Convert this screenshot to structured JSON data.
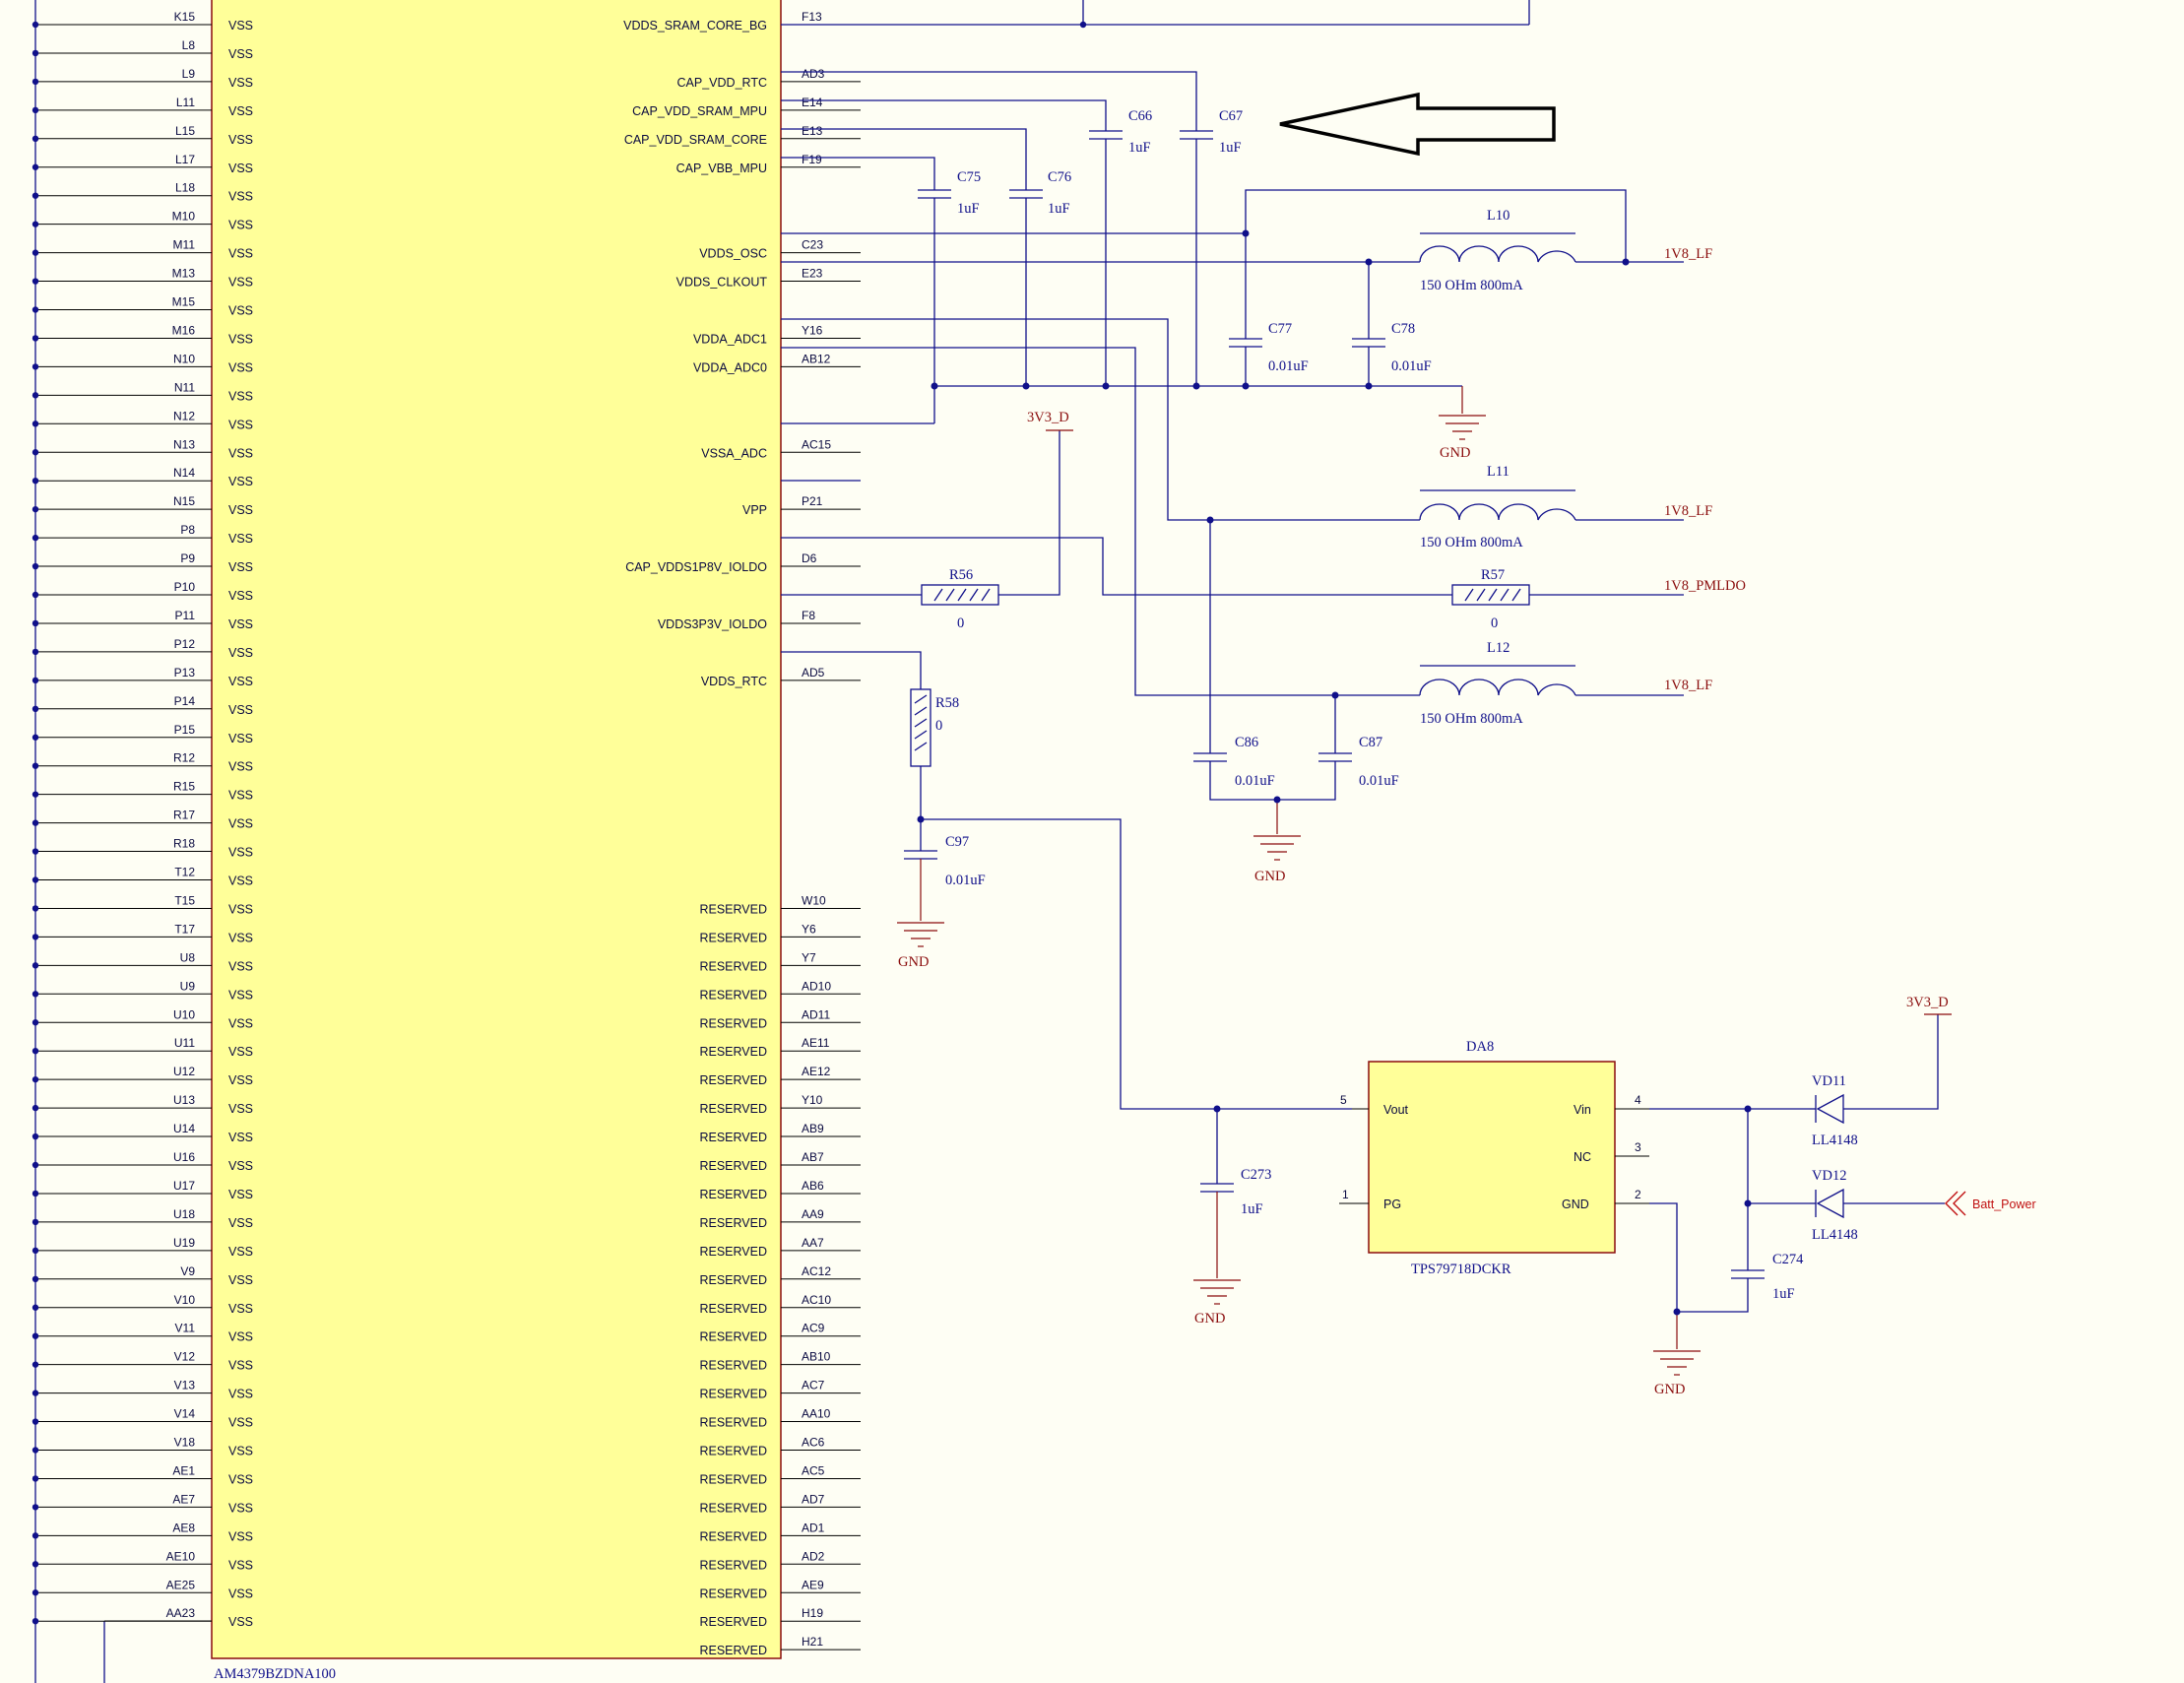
{
  "left_pins": [
    {
      "num": "K15",
      "name": "VSS"
    },
    {
      "num": "L8",
      "name": "VSS"
    },
    {
      "num": "L9",
      "name": "VSS"
    },
    {
      "num": "L11",
      "name": "VSS"
    },
    {
      "num": "L15",
      "name": "VSS"
    },
    {
      "num": "L17",
      "name": "VSS"
    },
    {
      "num": "L18",
      "name": "VSS"
    },
    {
      "num": "M10",
      "name": "VSS"
    },
    {
      "num": "M11",
      "name": "VSS"
    },
    {
      "num": "M13",
      "name": "VSS"
    },
    {
      "num": "M15",
      "name": "VSS"
    },
    {
      "num": "M16",
      "name": "VSS"
    },
    {
      "num": "N10",
      "name": "VSS"
    },
    {
      "num": "N11",
      "name": "VSS"
    },
    {
      "num": "N12",
      "name": "VSS"
    },
    {
      "num": "N13",
      "name": "VSS"
    },
    {
      "num": "N14",
      "name": "VSS"
    },
    {
      "num": "N15",
      "name": "VSS"
    },
    {
      "num": "P8",
      "name": "VSS"
    },
    {
      "num": "P9",
      "name": "VSS"
    },
    {
      "num": "P10",
      "name": "VSS"
    },
    {
      "num": "P11",
      "name": "VSS"
    },
    {
      "num": "P12",
      "name": "VSS"
    },
    {
      "num": "P13",
      "name": "VSS"
    },
    {
      "num": "P14",
      "name": "VSS"
    },
    {
      "num": "P15",
      "name": "VSS"
    },
    {
      "num": "R12",
      "name": "VSS"
    },
    {
      "num": "R15",
      "name": "VSS"
    },
    {
      "num": "R17",
      "name": "VSS"
    },
    {
      "num": "R18",
      "name": "VSS"
    },
    {
      "num": "T12",
      "name": "VSS"
    },
    {
      "num": "T15",
      "name": "VSS"
    },
    {
      "num": "T17",
      "name": "VSS"
    },
    {
      "num": "U8",
      "name": "VSS"
    },
    {
      "num": "U9",
      "name": "VSS"
    },
    {
      "num": "U10",
      "name": "VSS"
    },
    {
      "num": "U11",
      "name": "VSS"
    },
    {
      "num": "U12",
      "name": "VSS"
    },
    {
      "num": "U13",
      "name": "VSS"
    },
    {
      "num": "U14",
      "name": "VSS"
    },
    {
      "num": "U16",
      "name": "VSS"
    },
    {
      "num": "U17",
      "name": "VSS"
    },
    {
      "num": "U18",
      "name": "VSS"
    },
    {
      "num": "U19",
      "name": "VSS"
    },
    {
      "num": "V9",
      "name": "VSS"
    },
    {
      "num": "V10",
      "name": "VSS"
    },
    {
      "num": "V11",
      "name": "VSS"
    },
    {
      "num": "V12",
      "name": "VSS"
    },
    {
      "num": "V13",
      "name": "VSS"
    },
    {
      "num": "V14",
      "name": "VSS"
    },
    {
      "num": "V18",
      "name": "VSS"
    },
    {
      "num": "AE1",
      "name": "VSS"
    },
    {
      "num": "AE7",
      "name": "VSS"
    },
    {
      "num": "AE8",
      "name": "VSS"
    },
    {
      "num": "AE10",
      "name": "VSS"
    },
    {
      "num": "AE25",
      "name": "VSS"
    },
    {
      "num": "AA23",
      "name": "VSS"
    }
  ],
  "right_pins": [
    {
      "num": "F13",
      "name": "VDDS_SRAM_CORE_BG",
      "row": 0
    },
    {
      "num": "AD3",
      "name": "CAP_VDD_RTC",
      "row": 2
    },
    {
      "num": "E14",
      "name": "CAP_VDD_SRAM_MPU",
      "row": 3
    },
    {
      "num": "E13",
      "name": "CAP_VDD_SRAM_CORE",
      "row": 4
    },
    {
      "num": "F19",
      "name": "CAP_VBB_MPU",
      "row": 5
    },
    {
      "num": "C23",
      "name": "VDDS_OSC",
      "row": 8
    },
    {
      "num": "E23",
      "name": "VDDS_CLKOUT",
      "row": 9
    },
    {
      "num": "Y16",
      "name": "VDDA_ADC1",
      "row": 11
    },
    {
      "num": "AB12",
      "name": "VDDA_ADC0",
      "row": 12
    },
    {
      "num": "AC15",
      "name": "VSSA_ADC",
      "row": 15
    },
    {
      "num": "P21",
      "name": "VPP",
      "row": 17
    },
    {
      "num": "D6",
      "name": "CAP_VDDS1P8V_IOLDO",
      "row": 19
    },
    {
      "num": "F8",
      "name": "VDDS3P3V_IOLDO",
      "row": 21
    },
    {
      "num": "AD5",
      "name": "VDDS_RTC",
      "row": 23
    },
    {
      "num": "W10",
      "name": "RESERVED",
      "row": 31
    },
    {
      "num": "Y6",
      "name": "RESERVED",
      "row": 32
    },
    {
      "num": "Y7",
      "name": "RESERVED",
      "row": 33
    },
    {
      "num": "AD10",
      "name": "RESERVED",
      "row": 34
    },
    {
      "num": "AD11",
      "name": "RESERVED",
      "row": 35
    },
    {
      "num": "AE11",
      "name": "RESERVED",
      "row": 36
    },
    {
      "num": "AE12",
      "name": "RESERVED",
      "row": 37
    },
    {
      "num": "Y10",
      "name": "RESERVED",
      "row": 38
    },
    {
      "num": "AB9",
      "name": "RESERVED",
      "row": 39
    },
    {
      "num": "AB7",
      "name": "RESERVED",
      "row": 40
    },
    {
      "num": "AB6",
      "name": "RESERVED",
      "row": 41
    },
    {
      "num": "AA9",
      "name": "RESERVED",
      "row": 42
    },
    {
      "num": "AA7",
      "name": "RESERVED",
      "row": 43
    },
    {
      "num": "AC12",
      "name": "RESERVED",
      "row": 44
    },
    {
      "num": "AC10",
      "name": "RESERVED",
      "row": 45
    },
    {
      "num": "AC9",
      "name": "RESERVED",
      "row": 46
    },
    {
      "num": "AB10",
      "name": "RESERVED",
      "row": 47
    },
    {
      "num": "AC7",
      "name": "RESERVED",
      "row": 48
    },
    {
      "num": "AA10",
      "name": "RESERVED",
      "row": 49
    },
    {
      "num": "AC6",
      "name": "RESERVED",
      "row": 50
    },
    {
      "num": "AC5",
      "name": "RESERVED",
      "row": 51
    },
    {
      "num": "AD7",
      "name": "RESERVED",
      "row": 52
    },
    {
      "num": "AD1",
      "name": "RESERVED",
      "row": 53
    },
    {
      "num": "AD2",
      "name": "RESERVED",
      "row": 54
    },
    {
      "num": "AE9",
      "name": "RESERVED",
      "row": 55
    },
    {
      "num": "H19",
      "name": "RESERVED",
      "row": 56
    },
    {
      "num": "H21",
      "name": "RESERVED",
      "row": 57
    }
  ],
  "chip_part": "AM4379BZDNA100",
  "components": {
    "c66": {
      "ref": "C66",
      "val": "1uF"
    },
    "c67": {
      "ref": "C67",
      "val": "1uF"
    },
    "c75": {
      "ref": "C75",
      "val": "1uF"
    },
    "c76": {
      "ref": "C76",
      "val": "1uF"
    },
    "c77": {
      "ref": "C77",
      "val": "0.01uF"
    },
    "c78": {
      "ref": "C78",
      "val": "0.01uF"
    },
    "c86": {
      "ref": "C86",
      "val": "0.01uF"
    },
    "c87": {
      "ref": "C87",
      "val": "0.01uF"
    },
    "c97": {
      "ref": "C97",
      "val": "0.01uF"
    },
    "c273": {
      "ref": "C273",
      "val": "1uF"
    },
    "c274": {
      "ref": "C274",
      "val": "1uF"
    },
    "l10": {
      "ref": "L10",
      "val": "150 OHm 800mA"
    },
    "l11": {
      "ref": "L11",
      "val": "150 OHm 800mA"
    },
    "l12": {
      "ref": "L12",
      "val": "150 OHm 800mA"
    },
    "r56": {
      "ref": "R56",
      "val": "0"
    },
    "r57": {
      "ref": "R57",
      "val": "0"
    },
    "r58": {
      "ref": "R58",
      "val": "0"
    },
    "vd11": {
      "ref": "VD11",
      "val": "LL4148"
    },
    "vd12": {
      "ref": "VD12",
      "val": "LL4148"
    },
    "da8": {
      "ref": "DA8",
      "part": "TPS79718DCKR",
      "pins": {
        "vout": "Vout",
        "vin": "Vin",
        "nc": "NC",
        "pg": "PG",
        "gnd": "GND"
      },
      "nums": {
        "vout": "5",
        "vin": "4",
        "nc": "3",
        "pg": "1",
        "gnd": "2"
      }
    }
  },
  "nets": {
    "n1v8_lf": "1V8_LF",
    "n1v8_pmldo": "1V8_PMLDO",
    "n3v3_d": "3V3_D",
    "gnd": "GND",
    "batt_power": "Batt_Power"
  },
  "colors": {
    "wire": "#10108a",
    "chip_fill": "#ffff99",
    "chip_border": "#8a0c0c",
    "net_label": "#8a0c0c",
    "port": "#c01010"
  }
}
